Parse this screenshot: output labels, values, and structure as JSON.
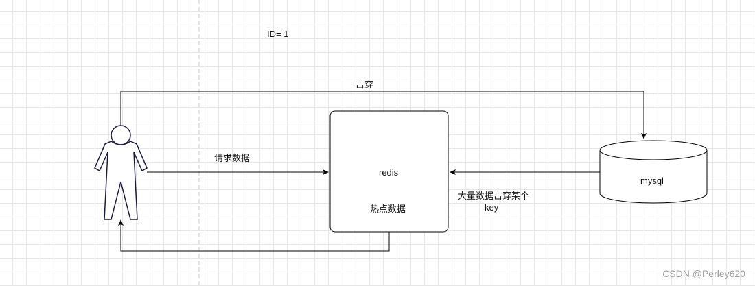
{
  "top_label": "ID= 1",
  "edges": {
    "penetrate_label": "击穿",
    "request_label": "请求数据",
    "mass_label_line1": "大量数据击穿某个",
    "mass_label_line2": "key"
  },
  "nodes": {
    "redis_title": "redis",
    "redis_subtitle": "热点数据",
    "db_label": "mysql",
    "user_icon": "person-icon"
  },
  "watermark": "CSDN @Perley620"
}
